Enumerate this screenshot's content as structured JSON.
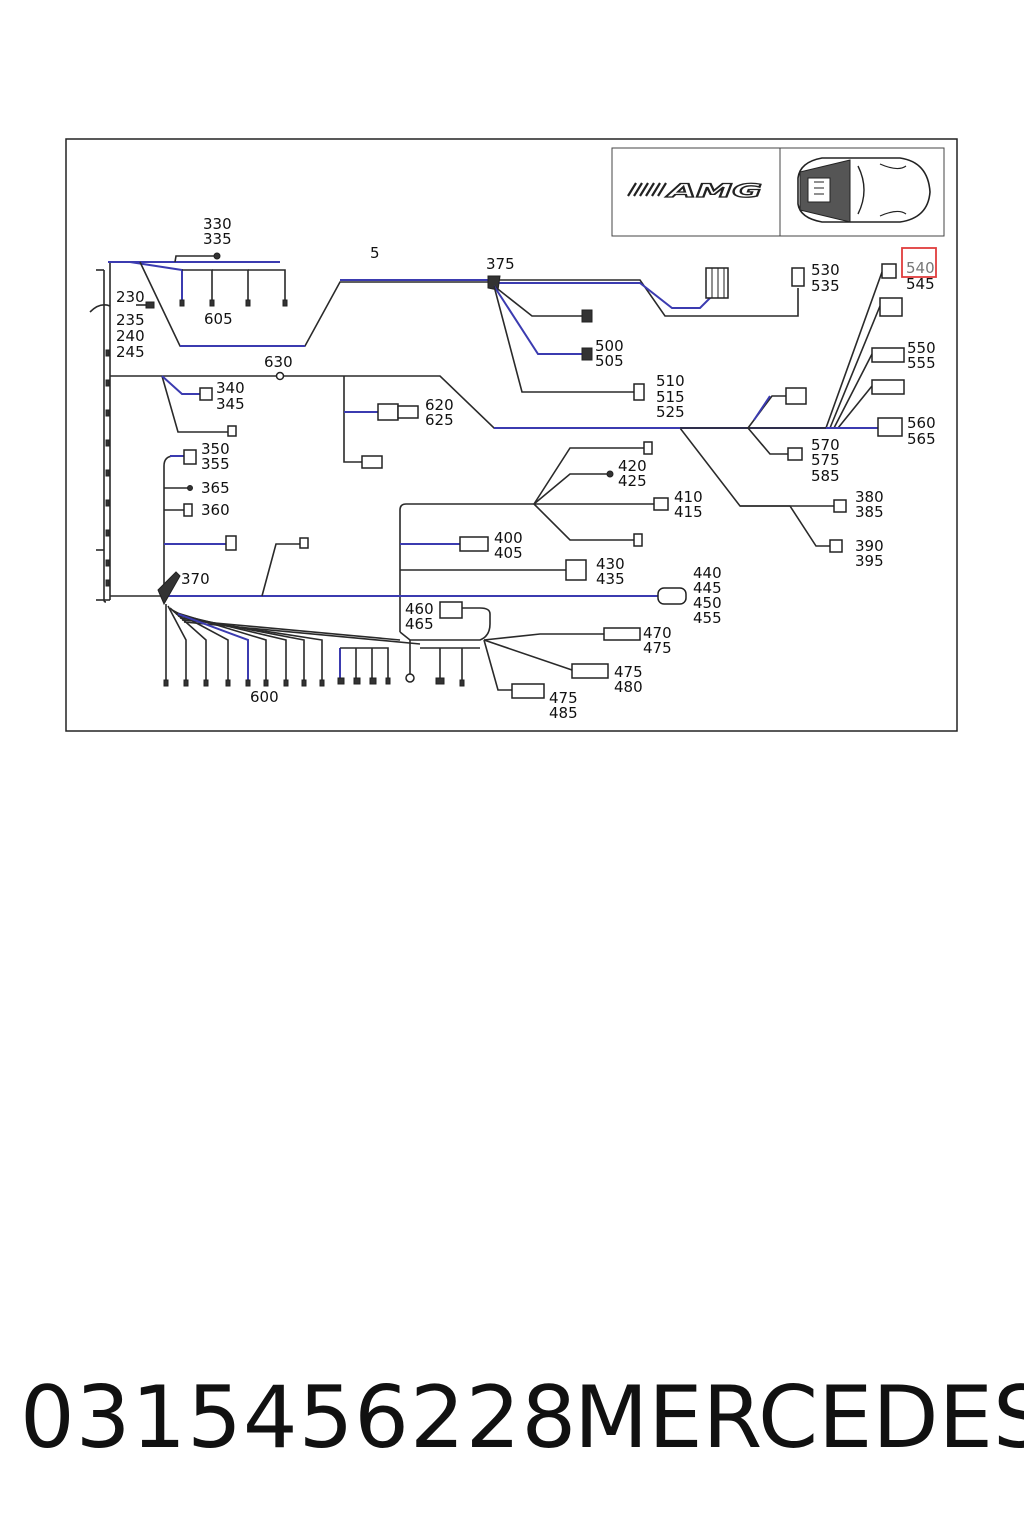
{
  "logo_text": "AMG",
  "labels": {
    "l5": "5",
    "l330": "330",
    "l335": "335",
    "l375": "375",
    "l230": "230",
    "l235": "235",
    "l240": "240",
    "l245": "245",
    "l605": "605",
    "l530": "530",
    "l535": "535",
    "l540": "540",
    "l545": "545",
    "l500": "500",
    "l505": "505",
    "l550": "550",
    "l555": "555",
    "l630": "630",
    "l340": "340",
    "l345": "345",
    "l510": "510",
    "l515": "515",
    "l525": "525",
    "l620": "620",
    "l625": "625",
    "l560": "560",
    "l565": "565",
    "l350": "350",
    "l355": "355",
    "l570": "570",
    "l575": "575",
    "l585": "585",
    "l420": "420",
    "l425": "425",
    "l365": "365",
    "l380": "380",
    "l385": "385",
    "l410": "410",
    "l415": "415",
    "l360": "360",
    "l400": "400",
    "l405": "405",
    "l390": "390",
    "l395": "395",
    "l430": "430",
    "l435": "435",
    "l370": "370",
    "l440": "440",
    "l445": "445",
    "l450": "450",
    "l455": "455",
    "l460": "460",
    "l465": "465",
    "l470": "470",
    "l475a": "475",
    "l475b": "475",
    "l480": "480",
    "l600": "600",
    "l475c": "475",
    "l485": "485"
  },
  "footer": {
    "part_number": "0315456228",
    "brand": "MERCEDES"
  },
  "colors": {
    "wire": "#2a2a2a",
    "wire_highlight": "#3b3bb0",
    "highlight_box": "#e03c3c"
  }
}
